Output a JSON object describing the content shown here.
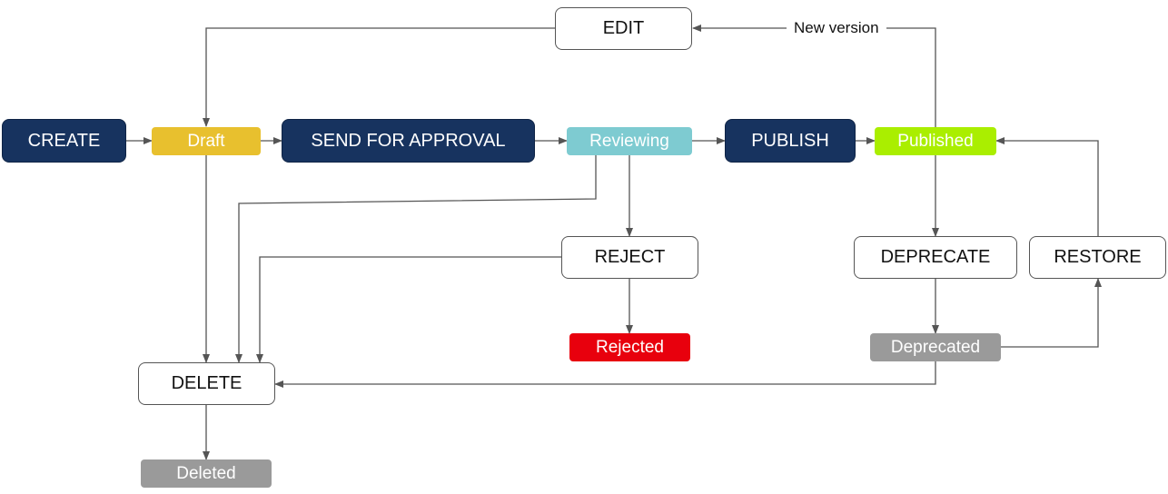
{
  "nodes": {
    "edit": "EDIT",
    "create": "CREATE",
    "draft": "Draft",
    "send_for_approval": "SEND FOR APPROVAL",
    "reviewing": "Reviewing",
    "publish": "PUBLISH",
    "published": "Published",
    "reject": "REJECT",
    "rejected": "Rejected",
    "deprecate": "DEPRECATE",
    "restore": "RESTORE",
    "deprecated": "Deprecated",
    "delete": "DELETE",
    "deleted": "Deleted"
  },
  "edge_labels": {
    "new_version": "New version"
  },
  "colors": {
    "action_dark": "#17335f",
    "draft": "#e8c02e",
    "reviewing": "#7ecbd1",
    "published": "#aaee00",
    "rejected": "#e8000d",
    "deprecated": "#9a9a9a",
    "deleted": "#9a9a9a",
    "edge": "#555555"
  }
}
